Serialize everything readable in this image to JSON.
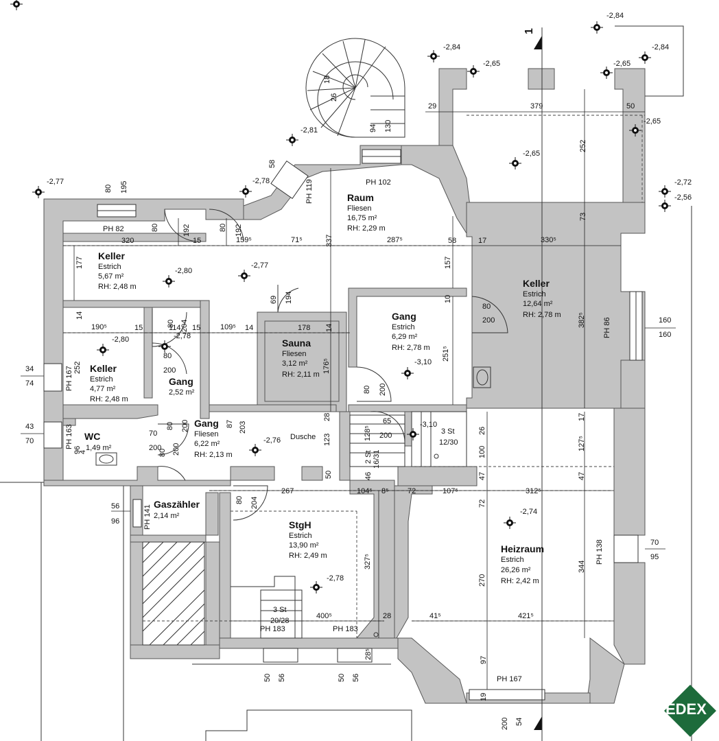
{
  "colors": {
    "wall": "#c3c3c3",
    "line": "#222222",
    "logo": "#1d6b3b"
  },
  "north_label": "1",
  "logo_text": "EDEX",
  "rooms": {
    "raum": {
      "name": "Raum",
      "floor": "Fliesen",
      "area": "16,75 m²",
      "height": "RH: 2,29 m"
    },
    "keller1": {
      "name": "Keller",
      "floor": "Estrich",
      "area": "5,67 m²",
      "height": "RH: 2,48 m"
    },
    "keller2": {
      "name": "Keller",
      "floor": "Estrich",
      "area": "4,77 m²",
      "height": "RH: 2,48 m"
    },
    "keller3": {
      "name": "Keller",
      "floor": "Estrich",
      "area": "12,64 m²",
      "height": "RH: 2,78 m"
    },
    "sauna": {
      "name": "Sauna",
      "floor": "Fliesen",
      "area": "3,12 m²",
      "height": "RH: 2,11 m"
    },
    "gang1": {
      "name": "Gang",
      "floor": "Estrich",
      "area": "6,29 m²",
      "height": "RH: 2,78 m"
    },
    "gang2": {
      "name": "Gang",
      "area": "2,52 m²"
    },
    "gang3": {
      "name": "Gang",
      "floor": "Fliesen",
      "area": "6,22 m²",
      "height": "RH: 2,13 m"
    },
    "wc": {
      "name": "WC",
      "area": "1,49 m²"
    },
    "dusche": {
      "name": "Dusche"
    },
    "gaszaehler": {
      "name": "Gaszähler",
      "area": "2,14 m²"
    },
    "stgh": {
      "name": "StgH",
      "floor": "Estrich",
      "area": "13,90 m²",
      "height": "RH: 2,49 m"
    },
    "heizraum": {
      "name": "Heizraum",
      "floor": "Estrich",
      "area": "26,26 m²",
      "height": "RH: 2,42 m"
    }
  },
  "levels": {
    "l1": "-2,84",
    "l2": "-2,84",
    "l3": "-2,65",
    "l4": "-2,65",
    "l5": "-2,84",
    "l6": "-2,65",
    "l7": "-2,65",
    "l8": "-2,81",
    "l9": "-2,78",
    "l10": "-2,77",
    "l11": "-2,72",
    "l12": "-2,56",
    "l13": "-2,80",
    "l14": "-2,77",
    "l15": "-2,80",
    "l16": "-2,78",
    "l17": "-3,10",
    "l18": "-2,76",
    "l19": "-3,10",
    "l20": "-2,74",
    "l21": "-2,78"
  },
  "dims": {
    "d29": "29",
    "d379": "379",
    "d50": "50",
    "d252": "252",
    "d73": "73",
    "d80a": "80",
    "d195": "195",
    "d58a": "58",
    "d119": "PH 119",
    "ph102": "PH 102",
    "d94": "94",
    "d130": "130",
    "d15a": "15",
    "ph82": "PH 82",
    "d320": "320",
    "d80b": "80",
    "d192a": "192",
    "d80c": "80",
    "d192b": "192",
    "d1595": "159⁵",
    "d715": "71⁵",
    "d2875": "287⁵",
    "d58b": "58",
    "d17a": "17",
    "d3305": "330⁵",
    "d337": "337",
    "d157": "157",
    "d177": "177",
    "d14a": "14",
    "d1905": "190⁵",
    "d15b": "15",
    "d114": "114",
    "d15c": "15",
    "d1095": "109⁵",
    "d14b": "14",
    "d178": "178",
    "d14c": "14",
    "d10": "10",
    "d80d": "80",
    "d200a": "200",
    "d3825": "382⁵",
    "ph86": "PH 86",
    "d160a": "160",
    "d160b": "160",
    "d80e": "80",
    "d204a": "204",
    "d69": "69",
    "d194": "194",
    "d1765": "176⁵",
    "d2515": "251⁵",
    "d34": "34",
    "d74": "74",
    "ph167a": "PH 167",
    "d252b": "252",
    "d80f": "80",
    "d200b": "200",
    "d80g": "80",
    "d200c": "200",
    "d43": "43",
    "d70a": "70",
    "ph163": "PH 163",
    "d96": "96",
    "d4": "4",
    "d70b": "70",
    "d200d": "200",
    "d80h": "80",
    "d200e": "200",
    "d80i": "80",
    "d87": "87",
    "d203": "203",
    "d28a": "28",
    "d123": "123",
    "d50b": "50",
    "d65": "65",
    "d1285": "128⁵",
    "d200f": "200",
    "d3st": "3 St",
    "d1230": "12/30",
    "d26": "26",
    "d100": "100",
    "d17b": "17",
    "d1275": "127⁵",
    "d2st": "2 St",
    "d1631": "16/31",
    "d46": "46",
    "d47a": "47",
    "d47b": "47",
    "d267": "267",
    "d1045": "104⁵",
    "d85": "8⁵",
    "d72a": "72",
    "d1075": "107⁵",
    "d3125": "312⁵",
    "d72b": "72",
    "d56": "56",
    "d96b": "96",
    "ph141": "PH 141",
    "d80j": "80",
    "d204b": "204",
    "d3275": "327⁵",
    "d270": "270",
    "d344": "344",
    "ph138": "PH 138",
    "d70c": "70",
    "d95": "95",
    "d3st2": "3 St",
    "d2028": "20/28",
    "d4005": "400⁵",
    "d28b": "28",
    "d415": "41⁵",
    "d4215": "421⁵",
    "ph183a": "PH 183",
    "ph183b": "PH 183",
    "d285": "28⁵",
    "d97": "97",
    "ph167b": "PH 167",
    "d19": "19",
    "d50c": "50",
    "d56b": "56",
    "d50d": "50",
    "d56c": "56",
    "d200g": "200",
    "d54": "54",
    "d318": "18",
    "d326": "26"
  }
}
